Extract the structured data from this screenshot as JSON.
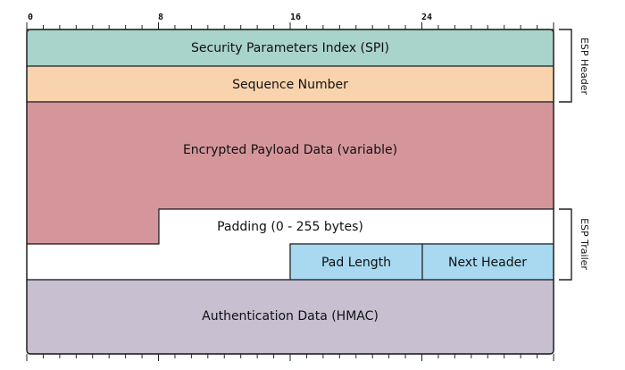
{
  "bit_ruler": {
    "labels": [
      "0",
      "8",
      "16",
      "24"
    ]
  },
  "fields": {
    "spi": "Security Parameters Index (SPI)",
    "sequence_number": "Sequence Number",
    "payload": "Encrypted Payload Data (variable)",
    "padding": "Padding (0 - 255 bytes)",
    "pad_length": "Pad Length",
    "next_header": "Next Header",
    "auth_data": "Authentication Data (HMAC)"
  },
  "groups": {
    "header": "ESP Header",
    "trailer": "ESP Trailer"
  },
  "colors": {
    "spi": "#a8d4cb",
    "sequence": "#f9d3ad",
    "payload": "#d5969b",
    "pad_fields": "#a8d9f0",
    "auth": "#c8bfd1",
    "padding": "#ffffff",
    "border": "#222222"
  }
}
